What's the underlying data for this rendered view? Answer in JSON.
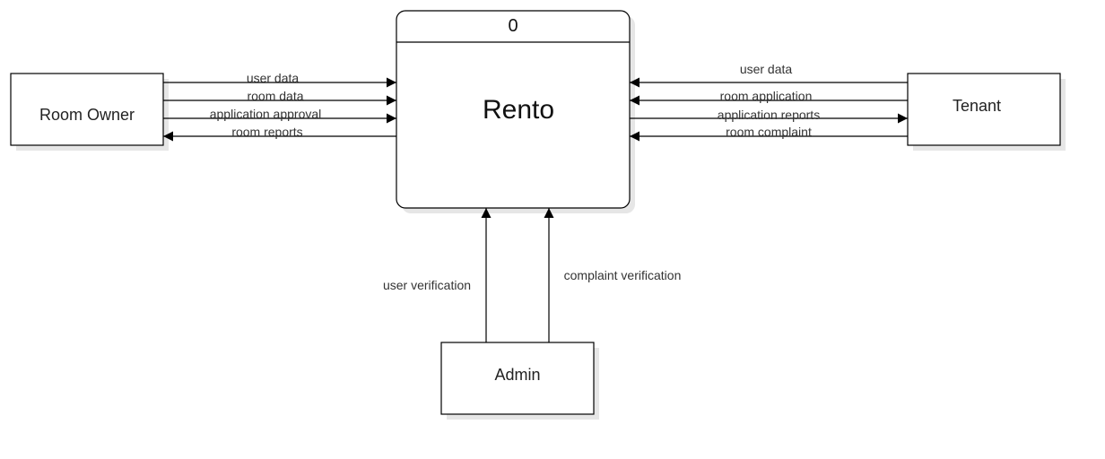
{
  "process": {
    "number": "0",
    "name": "Rento"
  },
  "entities": {
    "room_owner": "Room Owner",
    "tenant": "Tenant",
    "admin": "Admin"
  },
  "flows": {
    "owner_user_data": "user data",
    "owner_room_data": "room data",
    "owner_application_approval": "application approval",
    "owner_room_reports": "room reports",
    "tenant_user_data": "user data",
    "tenant_room_application": "room application",
    "tenant_application_reports": "application reports",
    "tenant_room_complaint": "room complaint",
    "admin_user_verification": "user verification",
    "admin_complaint_verification": "complaint verification"
  }
}
